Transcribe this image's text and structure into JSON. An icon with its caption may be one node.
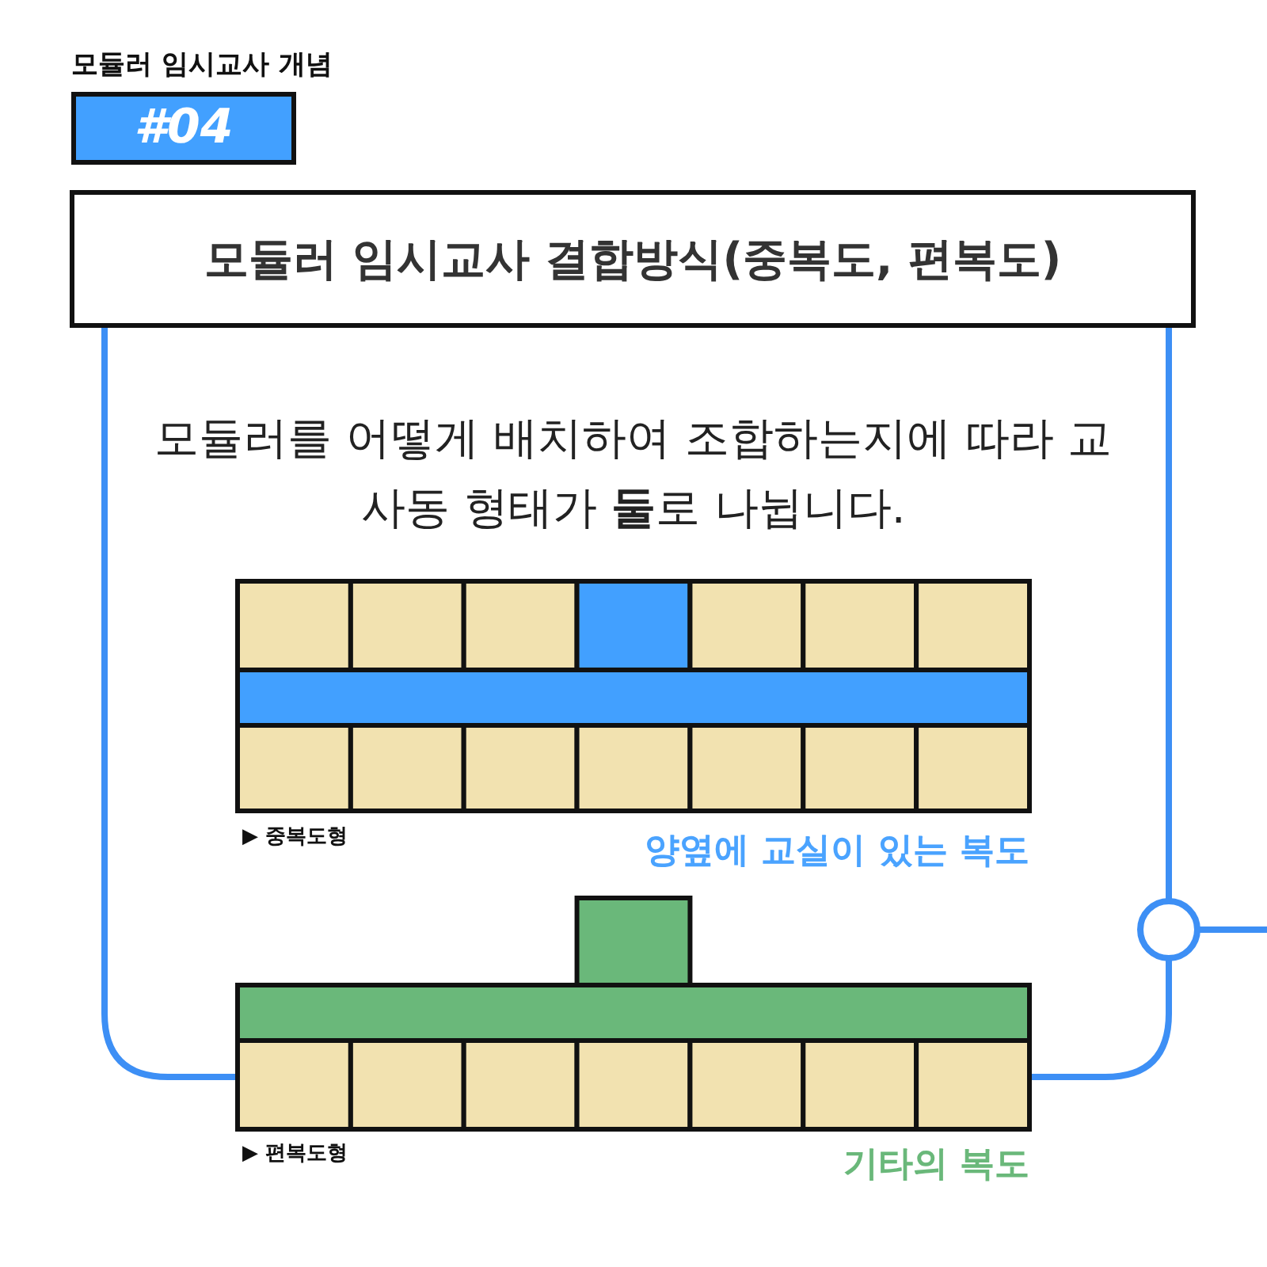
{
  "diagram": {
    "title": "모듈러 임시교사 **개념**",
    "nodes": [
      {
        "text": [
          "모듈러 임시교사 결합방식(중복도, 편복도)"
        ]
      }
    ],
    "labels": [
      "#04",
      "모듈러를 어떻게 배치하여 조합하는지에 따라 교사동 형태가 **둘**로 나뉩니다.",
      "▶ 중복도형",
      "양옆에 교실이 있는 복도",
      "▶ 편복도형",
      "기타의 복도"
    ]
  }
}
